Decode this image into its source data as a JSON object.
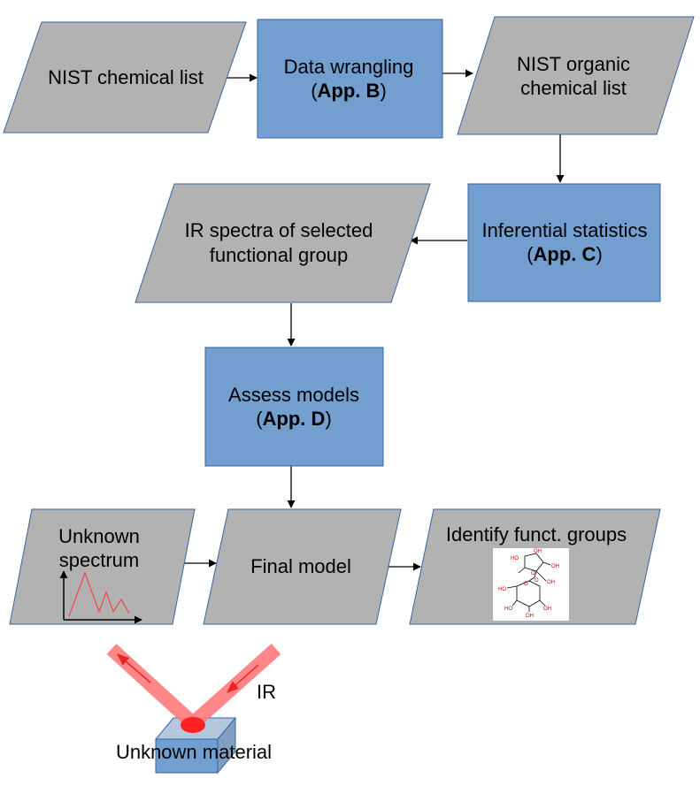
{
  "nodes": {
    "nist_list": {
      "line1": "NIST chemical list"
    },
    "data_wrangling": {
      "line1": "Data wrangling",
      "paren_open": "(",
      "appendix": "App. B",
      "paren_close": ")"
    },
    "nist_organic": {
      "line1": "NIST organic",
      "line2": "chemical list"
    },
    "inferential_stats": {
      "line1": "Inferential statistics",
      "paren_open": "(",
      "appendix": "App. C",
      "paren_close": ")"
    },
    "ir_spectra": {
      "line1": "IR spectra of selected",
      "line2": "functional group"
    },
    "assess_models": {
      "line1": "Assess models",
      "paren_open": "(",
      "appendix": "App. D",
      "paren_close": ")"
    },
    "unknown_spectrum": {
      "line1": "Unknown",
      "line2": "spectrum"
    },
    "final_model": {
      "line1": "Final model"
    },
    "identify_groups": {
      "line1": "Identify funct. groups"
    }
  },
  "illustration": {
    "beam_label": "IR",
    "material_label": "Unknown material",
    "molecule_atoms": [
      "HO",
      "OH",
      "O",
      "O",
      "OH",
      "OH",
      "HO",
      "O",
      "OH",
      "HO",
      "OH"
    ]
  },
  "colors": {
    "process_fill": "#729fcf",
    "io_fill": "#b2b2b2",
    "stroke": "#3465a4",
    "arrow": "#000000",
    "beam": "#ff7b7b",
    "spectrum_line": "#ff3333",
    "material_top": "#b4c7dc",
    "material_side": "#7f9fc0",
    "spot": "#ff2222"
  }
}
